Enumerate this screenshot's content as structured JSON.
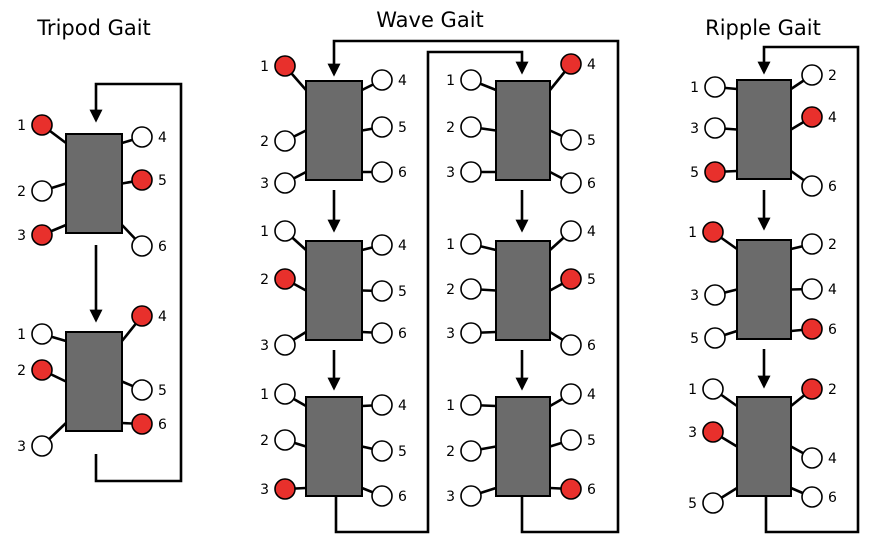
{
  "colors": {
    "stance_foot": "#e8302c",
    "swing_foot": "#ffffff",
    "body": "#6b6b6b",
    "line": "#000000"
  },
  "gaits": [
    {
      "name": "Tripod Gait",
      "steps": [
        {
          "legs": [
            {
              "label": "1",
              "down": true
            },
            {
              "label": "2",
              "down": false
            },
            {
              "label": "3",
              "down": true
            },
            {
              "label": "4",
              "down": false
            },
            {
              "label": "5",
              "down": true
            },
            {
              "label": "6",
              "down": false
            }
          ]
        },
        {
          "legs": [
            {
              "label": "1",
              "down": false
            },
            {
              "label": "2",
              "down": true
            },
            {
              "label": "3",
              "down": false
            },
            {
              "label": "4",
              "down": true
            },
            {
              "label": "5",
              "down": false
            },
            {
              "label": "6",
              "down": true
            }
          ]
        }
      ]
    },
    {
      "name": "Wave Gait",
      "steps": [
        {
          "legs": [
            {
              "label": "1",
              "down": true
            },
            {
              "label": "2",
              "down": false
            },
            {
              "label": "3",
              "down": false
            },
            {
              "label": "4",
              "down": false
            },
            {
              "label": "5",
              "down": false
            },
            {
              "label": "6",
              "down": false
            }
          ]
        },
        {
          "legs": [
            {
              "label": "1",
              "down": false
            },
            {
              "label": "2",
              "down": true
            },
            {
              "label": "3",
              "down": false
            },
            {
              "label": "4",
              "down": false
            },
            {
              "label": "5",
              "down": false
            },
            {
              "label": "6",
              "down": false
            }
          ]
        },
        {
          "legs": [
            {
              "label": "1",
              "down": false
            },
            {
              "label": "2",
              "down": false
            },
            {
              "label": "3",
              "down": true
            },
            {
              "label": "4",
              "down": false
            },
            {
              "label": "5",
              "down": false
            },
            {
              "label": "6",
              "down": false
            }
          ]
        },
        {
          "legs": [
            {
              "label": "1",
              "down": false
            },
            {
              "label": "2",
              "down": false
            },
            {
              "label": "3",
              "down": false
            },
            {
              "label": "4",
              "down": true
            },
            {
              "label": "5",
              "down": false
            },
            {
              "label": "6",
              "down": false
            }
          ]
        },
        {
          "legs": [
            {
              "label": "1",
              "down": false
            },
            {
              "label": "2",
              "down": false
            },
            {
              "label": "3",
              "down": false
            },
            {
              "label": "4",
              "down": false
            },
            {
              "label": "5",
              "down": true
            },
            {
              "label": "6",
              "down": false
            }
          ]
        },
        {
          "legs": [
            {
              "label": "1",
              "down": false
            },
            {
              "label": "2",
              "down": false
            },
            {
              "label": "3",
              "down": false
            },
            {
              "label": "4",
              "down": false
            },
            {
              "label": "5",
              "down": false
            },
            {
              "label": "6",
              "down": true
            }
          ]
        }
      ]
    },
    {
      "name": "Ripple Gait",
      "steps": [
        {
          "legs": [
            {
              "label": "1",
              "down": false
            },
            {
              "label": "3",
              "down": false
            },
            {
              "label": "5",
              "down": true
            },
            {
              "label": "2",
              "down": false
            },
            {
              "label": "4",
              "down": true
            },
            {
              "label": "6",
              "down": false
            }
          ]
        },
        {
          "legs": [
            {
              "label": "1",
              "down": true
            },
            {
              "label": "3",
              "down": false
            },
            {
              "label": "5",
              "down": false
            },
            {
              "label": "2",
              "down": false
            },
            {
              "label": "4",
              "down": false
            },
            {
              "label": "6",
              "down": true
            }
          ]
        },
        {
          "legs": [
            {
              "label": "1",
              "down": false
            },
            {
              "label": "3",
              "down": true
            },
            {
              "label": "5",
              "down": false
            },
            {
              "label": "2",
              "down": true
            },
            {
              "label": "4",
              "down": false
            },
            {
              "label": "6",
              "down": false
            }
          ]
        }
      ]
    }
  ]
}
